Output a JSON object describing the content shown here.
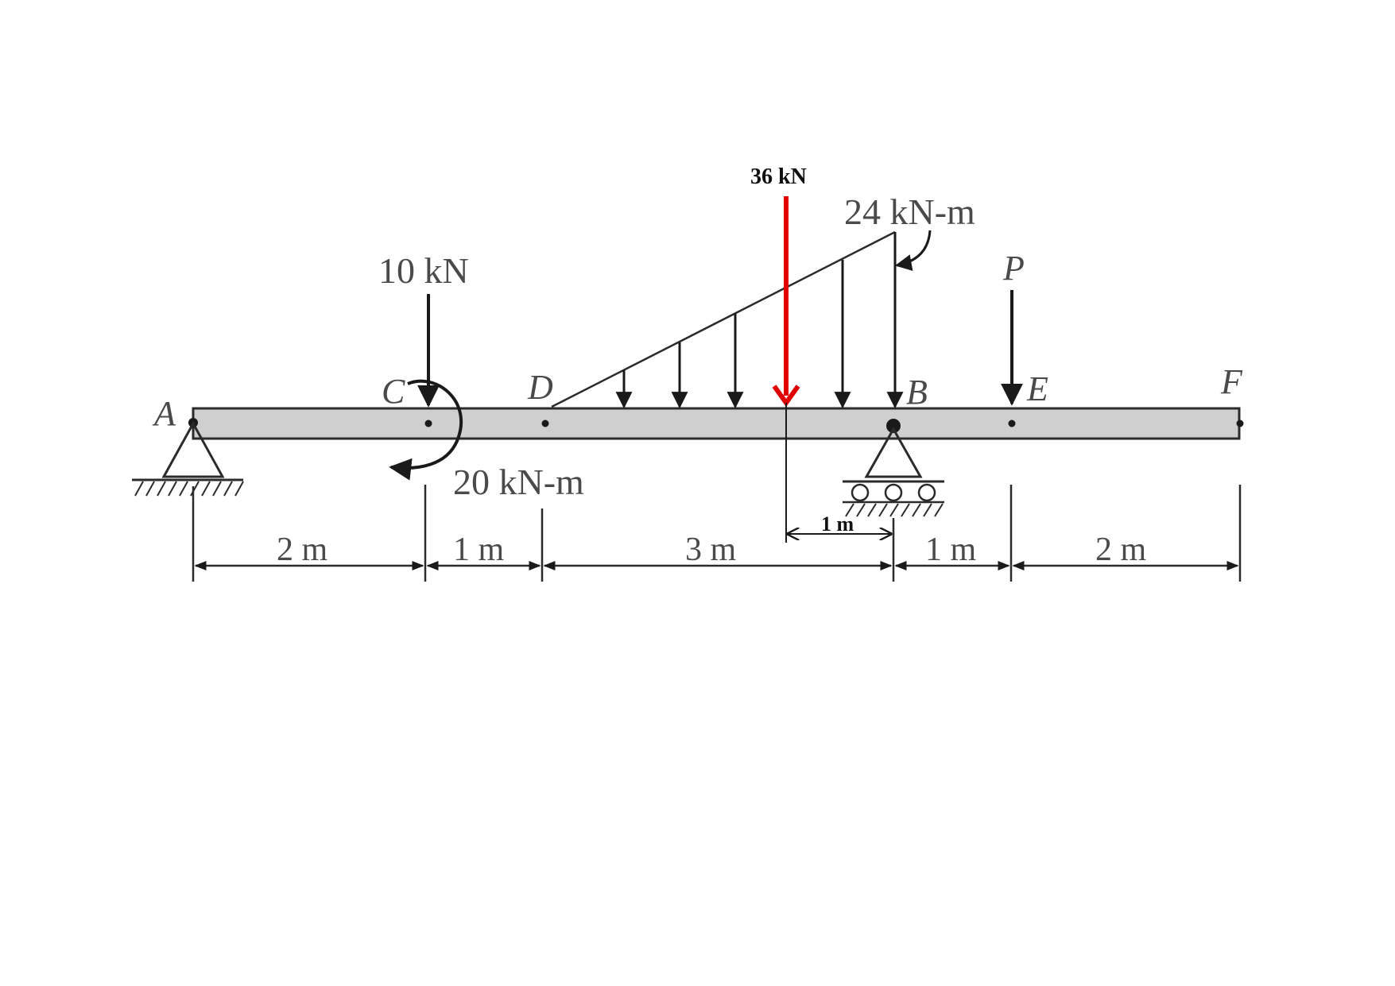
{
  "points": {
    "A": "A",
    "B": "B",
    "C": "C",
    "D": "D",
    "E": "E",
    "F": "F"
  },
  "loads": {
    "point_load_c": "10 kN",
    "moment_c": "20 kN-m",
    "moment_b": "24 kN-m",
    "point_load_e": "P",
    "resultant": "36 kN",
    "resultant_offset": "1 m"
  },
  "dimensions": [
    "2 m",
    "1 m",
    "3 m",
    "1 m",
    "2 m"
  ],
  "colors": {
    "beam_fill": "#cfcfcf",
    "line": "#2b2b2b",
    "resultant": "#e00000"
  }
}
